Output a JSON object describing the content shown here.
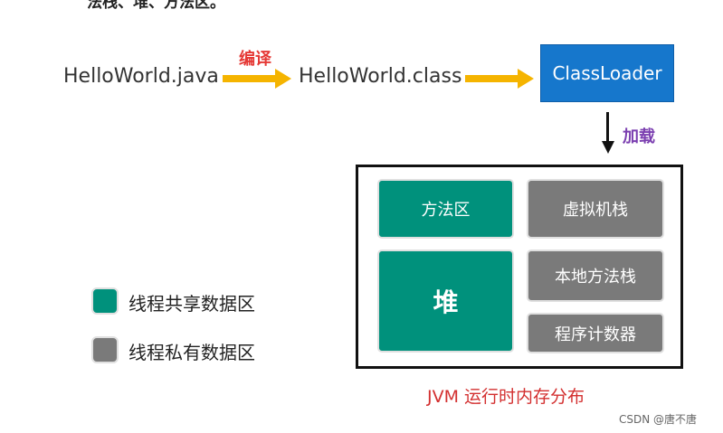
{
  "header_text": "法栈、堆、方法区。",
  "flow": {
    "source_file": "HelloWorld.java",
    "compile_label": "编译",
    "class_file": "HelloWorld.class",
    "classloader": "ClassLoader",
    "load_label": "加载"
  },
  "jvm": {
    "method_area": "方法区",
    "vm_stack": "虚拟机栈",
    "heap": "堆",
    "native_stack": "本地方法栈",
    "pc_register": "程序计数器",
    "caption": "JVM 运行时内存分布"
  },
  "legend": {
    "shared": "线程共享数据区",
    "private": "线程私有数据区"
  },
  "watermark": "CSDN @唐不唐",
  "colors": {
    "shared": "#00917c",
    "private": "#7a7a7a",
    "classloader": "#1677cc",
    "arrow": "#f5b400",
    "compile_label": "#e53935",
    "load_label": "#7b3fb0",
    "caption": "#d32f2f"
  }
}
